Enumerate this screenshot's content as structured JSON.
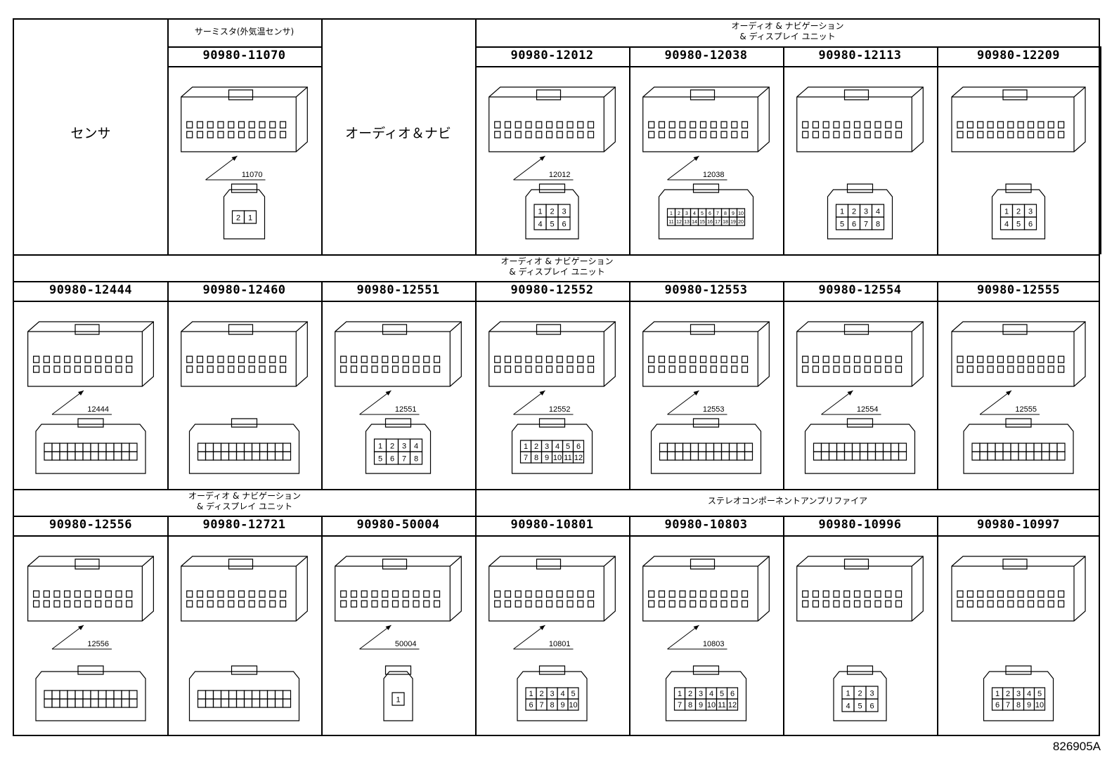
{
  "rows": [
    {
      "label_cell": {
        "text": "センサ"
      },
      "groups": [
        {
          "title": "サーミスタ(外気温センサ)"
        },
        {
          "title": ""
        },
        {
          "title": "オーディオ & ナビゲーション\n& ディスプレイ ユニット"
        }
      ],
      "cells": [
        {
          "part": "90980-11070",
          "callout": "11070",
          "pins": [
            "2",
            "1"
          ]
        },
        {
          "part": "",
          "text": "オーディオ＆ナビ"
        },
        {
          "part": "90980-12012",
          "callout": "12012",
          "pins": [
            "1",
            "2",
            "3",
            "4",
            "5",
            "6"
          ]
        },
        {
          "part": "90980-12038",
          "callout": "12038",
          "pins": [
            "1",
            "2",
            "3",
            "4",
            "5",
            "6",
            "7",
            "8",
            "9",
            "10",
            "11",
            "12",
            "13",
            "14",
            "15",
            "16",
            "17",
            "18",
            "19",
            "20"
          ]
        },
        {
          "part": "90980-12113",
          "callout": "",
          "pins": [
            "1",
            "2",
            "3",
            "4",
            "5",
            "6",
            "7",
            "8"
          ]
        },
        {
          "part": "90980-12209",
          "callout": "",
          "pins": [
            "1",
            "2",
            "3",
            "4",
            "5",
            "6"
          ]
        }
      ]
    },
    {
      "groups": [
        {
          "title": "オーディオ & ナビゲーション\n& ディスプレイ ユニット"
        }
      ],
      "cells": [
        {
          "part": "90980-12444",
          "callout": "12444"
        },
        {
          "part": "90980-12460",
          "callout": ""
        },
        {
          "part": "90980-12551",
          "callout": "12551",
          "pins": [
            "1",
            "2",
            "3",
            "4",
            "5",
            "6",
            "7",
            "8"
          ]
        },
        {
          "part": "90980-12552",
          "callout": "12552",
          "pins": [
            "1",
            "2",
            "3",
            "4",
            "5",
            "6",
            "7",
            "8",
            "9",
            "10",
            "11",
            "12"
          ]
        },
        {
          "part": "90980-12553",
          "callout": "12553"
        },
        {
          "part": "90980-12554",
          "callout": "12554"
        },
        {
          "part": "90980-12555",
          "callout": "12555"
        }
      ]
    },
    {
      "groups": [
        {
          "title": "オーディオ & ナビゲーション\n& ディスプレイ ユニット"
        },
        {
          "title": "ステレオコンポーネントアンプリファイア"
        }
      ],
      "cells": [
        {
          "part": "90980-12556",
          "callout": "12556"
        },
        {
          "part": "90980-12721",
          "callout": ""
        },
        {
          "part": "90980-50004",
          "callout": "50004",
          "pins": [
            "1"
          ]
        },
        {
          "part": "90980-10801",
          "callout": "10801",
          "pins": [
            "1",
            "2",
            "3",
            "4",
            "5",
            "6",
            "7",
            "8",
            "9",
            "10"
          ]
        },
        {
          "part": "90980-10803",
          "callout": "10803",
          "pins": [
            "1",
            "2",
            "3",
            "4",
            "5",
            "6",
            "7",
            "8",
            "9",
            "10",
            "11",
            "12"
          ]
        },
        {
          "part": "90980-10996",
          "callout": "",
          "pins": [
            "1",
            "2",
            "3",
            "4",
            "5",
            "6"
          ]
        },
        {
          "part": "90980-10997",
          "callout": "",
          "pins": [
            "1",
            "2",
            "3",
            "4",
            "5",
            "6",
            "7",
            "8",
            "9",
            "10"
          ]
        }
      ]
    }
  ],
  "illustration_code": "826905A"
}
